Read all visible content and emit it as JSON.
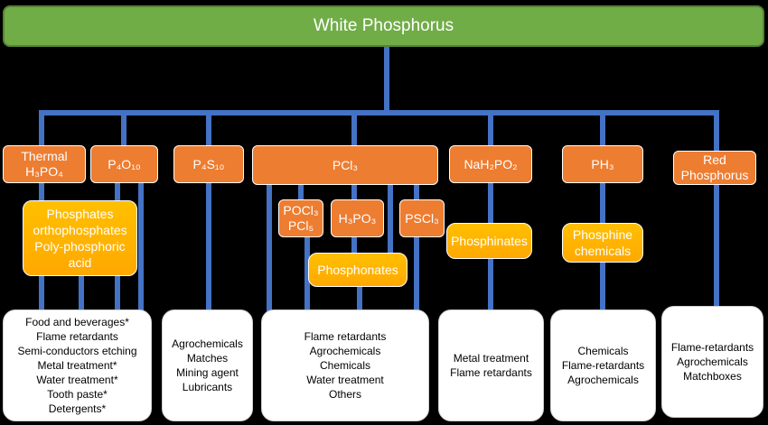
{
  "root": "White Phosphorus",
  "nodes": {
    "thermal_h3po4": "Thermal H₃PO₄",
    "p4o10": "P₄O₁₀",
    "p4s10": "P₄S₁₀",
    "pcl3": "PCl₃",
    "nah2po2": "NaH₂PO₂",
    "ph3": "PH₃",
    "red_phosphorus": "Red Phosphorus",
    "pocl3_pcl5": "POCl₃ PCl₅",
    "h3po3": "H₃PO₃",
    "pscl3": "PSCl₃"
  },
  "derivatives": {
    "phosphates": "Phosphates\northophosphates\nPoly-phosphoric\nacid",
    "phosphonates": "Phosphonates",
    "phosphinates": "Phosphinates",
    "phosphine_chemicals": "Phosphine\nchemicals"
  },
  "uses": {
    "phosphates_uses": "Food and beverages*\nFlame retardants\nSemi-conductors etching\nMetal treatment*\nWater treatment*\nTooth paste*\nDetergents*",
    "p4s10_uses": "Agrochemicals\nMatches\nMining agent\nLubricants",
    "pcl3_uses": "Flame retardants\nAgrochemicals\nChemicals\nWater treatment\nOthers",
    "phosphinates_uses": "Metal treatment\nFlame retardants",
    "phosphine_uses": "Chemicals\nFlame-retardants\nAgrochemicals",
    "red_phosphorus_uses": "Flame-retardants\nAgrochemicals\nMatchboxes"
  },
  "colors": {
    "background": "#000000",
    "connector": "#4472c4",
    "root": "#70ad47",
    "intermediate": "#ed7d31",
    "derivative": "#ffc000",
    "use": "#ffffff"
  }
}
